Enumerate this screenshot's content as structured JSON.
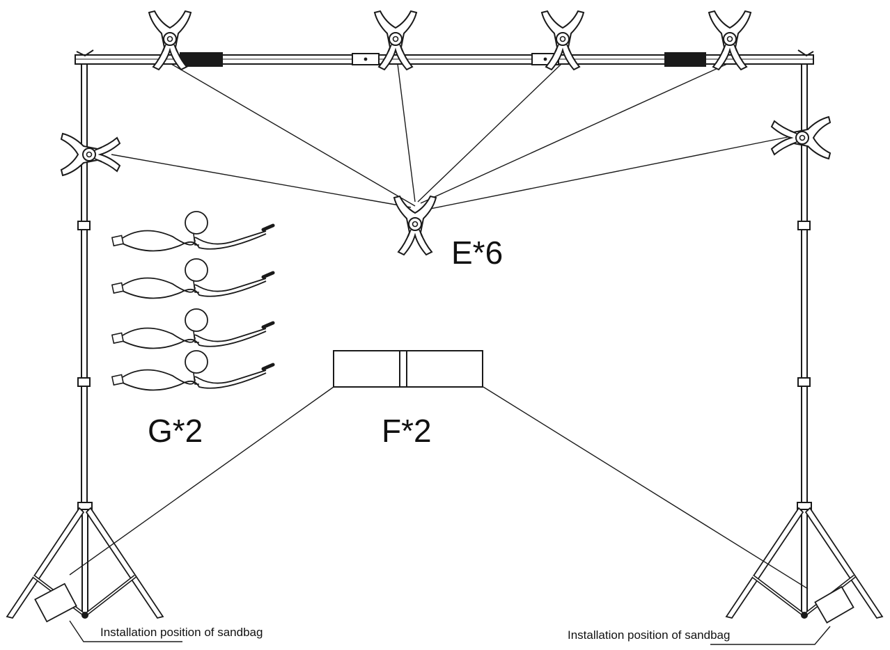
{
  "labels": {
    "clips": "E*6",
    "sandbags": "F*2",
    "straps": "G*2",
    "sandbag_left": "Installation position of sandbag",
    "sandbag_right": "Installation position of sandbag"
  },
  "colors": {
    "line": "#1a1a1a",
    "background": "#ffffff"
  }
}
